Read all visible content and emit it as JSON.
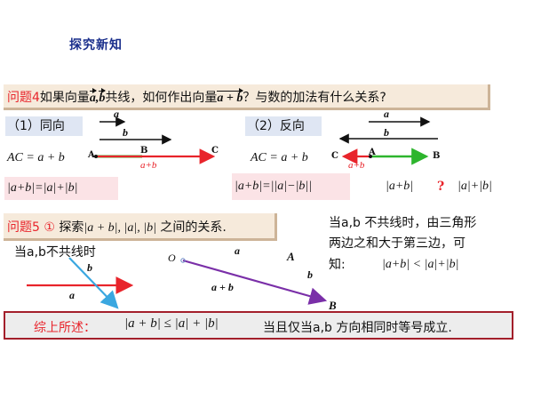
{
  "header": {
    "title": "探究新知"
  },
  "q4": {
    "label": "问题4",
    "text1": "如果向量",
    "a": "a",
    "comma": ",",
    "b": "b",
    "text2": "共线，如何作出向量",
    "sum": "a + b",
    "text3": "？与数的加法有什么关系?"
  },
  "case1": {
    "title": "（1）同向",
    "vec_a": "a",
    "vec_b": "b",
    "point_a": "A",
    "point_b": "B",
    "point_c": "C",
    "sum_label": "a+b",
    "equation": "AC = a + b",
    "modulus": "|a+b|=|a|+|b|"
  },
  "case2": {
    "title": "（2）反向",
    "vec_a": "a",
    "vec_b": "b",
    "point_a": "A",
    "point_b": "B",
    "point_c": "C",
    "sum_label": "a+b",
    "equation": "AC = a + b",
    "modulus": "|a+b|=||a|−|b||",
    "question_lhs": "|a+b|",
    "question_mark": "?",
    "question_rhs": "|a|+|b|"
  },
  "q5": {
    "label": "问题5",
    "circle": "①",
    "text": "探索",
    "items": "|a + b|, |a|, |b|",
    "tail": "之间的关系."
  },
  "noncollinear": {
    "left_label": "当a,b不共线时",
    "vec_a": "a",
    "vec_b": "b",
    "point_o": "O",
    "point_a": "A",
    "point_b": "B",
    "vec_a2": "a",
    "vec_b2": "b",
    "sum": "a + b",
    "right_text1": "当a,b 不共线时，由三角形",
    "right_text2": "两边之和大于第三边，可",
    "right_text3": "知:",
    "inequality": "|a+b| < |a|+|b|"
  },
  "summary": {
    "label": "综上所述：",
    "formula": "|a + b| ≤ |a| + |b|",
    "text": "当且仅当a,b 方向相同时等号成立."
  },
  "colors": {
    "red": "#e8242b",
    "green": "#2db52d",
    "blue": "#3aa7e0",
    "purple": "#7a2fa8",
    "navy": "#1a2f8c"
  }
}
